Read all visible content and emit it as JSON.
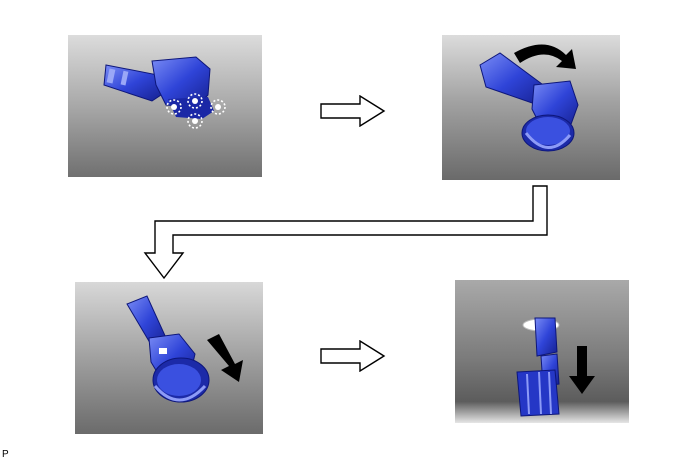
{
  "figure": {
    "corner_label": "P",
    "colors": {
      "part": "#2b3fd6",
      "part_light": "#6b7df0",
      "part_dark": "#13208f",
      "panel_top": "#d4d4d4",
      "panel_bottom": "#6e6e6e",
      "arrow_outline": "#000000",
      "arrow_fill": "#ffffff",
      "motion_arrow": "#000000"
    },
    "steps": [
      {
        "name": "step-1-release-claws",
        "claw_markers": 4
      },
      {
        "name": "step-2-rotate-upward"
      },
      {
        "name": "step-3-rotate-downward"
      },
      {
        "name": "step-4-pull-down"
      }
    ]
  }
}
